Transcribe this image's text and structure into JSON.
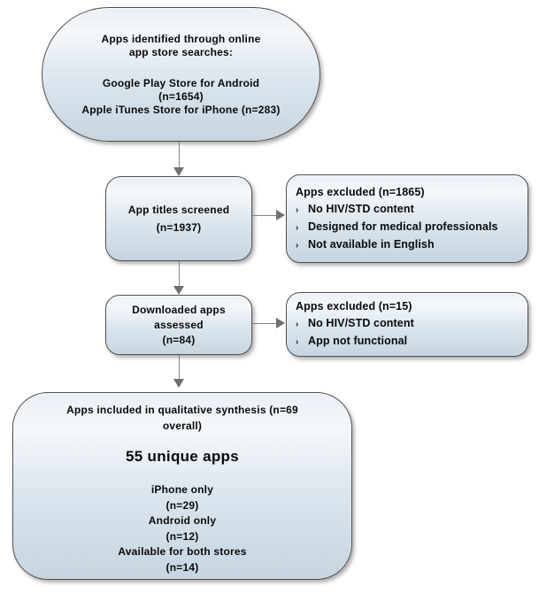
{
  "diagram": {
    "type": "flowchart",
    "title_implicit": "App screening flow diagram",
    "colors": {
      "background": "#ffffff",
      "node_fill_top": "#f5f8fb",
      "node_fill_bottom": "#c6d5e1",
      "node_border": "#4f4f4f",
      "arrow": "#7a7a7a",
      "text": "#0a0a0a"
    },
    "nodes": {
      "identified": {
        "line1": "Apps identified through online",
        "line2": "app store searches:",
        "line3": "Google Play Store for Android",
        "line4": "(n=1654)",
        "line5": "Apple iTunes Store for iPhone (n=283)"
      },
      "screened": {
        "line1": "App titles screened",
        "line2": "(n=1937)"
      },
      "excluded1": {
        "title": "Apps excluded (n=1865)",
        "bullet_char": "›",
        "bullets": [
          "No HIV/STD content",
          "Designed for medical professionals",
          "Not available in English"
        ]
      },
      "assessed": {
        "line1": "Downloaded apps",
        "line2": "assessed",
        "line3": "(n=84)"
      },
      "excluded2": {
        "title": "Apps excluded (n=15)",
        "bullet_char": "›",
        "bullets": [
          "No HIV/STD content",
          "App not functional"
        ]
      },
      "included": {
        "heading_line1": "Apps included in qualitative synthesis (n=69",
        "heading_line2": "overall)",
        "highlight": "55 unique apps",
        "breakdown": [
          "iPhone only",
          "(n=29)",
          "Android only",
          "(n=12)",
          "Available for both stores",
          "(n=14)"
        ]
      }
    },
    "edges": [
      {
        "from": "identified",
        "to": "screened",
        "direction": "down"
      },
      {
        "from": "screened",
        "to": "excluded1",
        "direction": "right"
      },
      {
        "from": "screened",
        "to": "assessed",
        "direction": "down"
      },
      {
        "from": "assessed",
        "to": "excluded2",
        "direction": "right"
      },
      {
        "from": "assessed",
        "to": "included",
        "direction": "down"
      }
    ]
  }
}
